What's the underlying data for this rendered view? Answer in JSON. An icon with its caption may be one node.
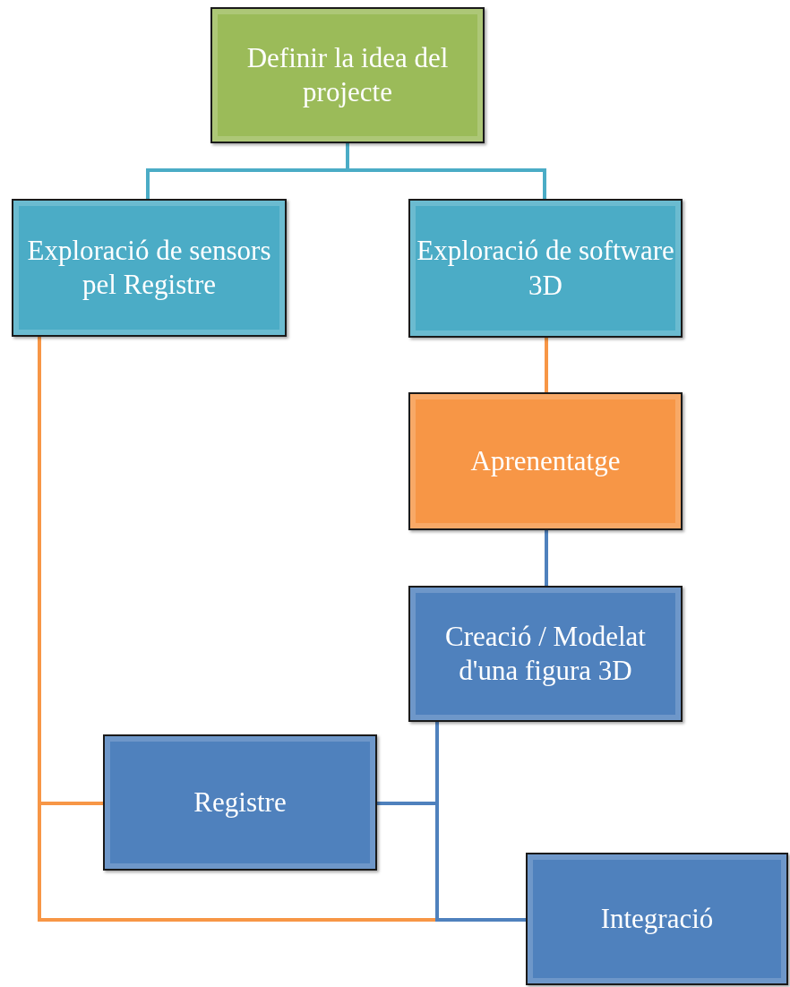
{
  "diagram": {
    "nodes": [
      {
        "text": [
          "Definir la idea del projecte"
        ]
      },
      {
        "text": [
          "Exploració de sensors pel Registre"
        ]
      },
      {
        "text": [
          "Exploració de software 3D"
        ]
      },
      {
        "text": [
          "Aprenentatge"
        ]
      },
      {
        "text": [
          "Creació / Modelat d'una figura 3D"
        ]
      },
      {
        "text": [
          "Registre"
        ]
      },
      {
        "text": [
          "Integració"
        ]
      }
    ],
    "edges": [
      {
        "from": 0,
        "to": 1,
        "arrow": "none",
        "color": "#4bacc6"
      },
      {
        "from": 0,
        "to": 2,
        "arrow": "none",
        "color": "#4bacc6"
      },
      {
        "from": 2,
        "to": 3,
        "arrow": "none",
        "color": "#f79646"
      },
      {
        "from": 3,
        "to": 4,
        "arrow": "none",
        "color": "#4f81bd"
      },
      {
        "from": 1,
        "to": 5,
        "arrow": "none",
        "color": "#f79646"
      },
      {
        "from": 1,
        "to": 6,
        "arrow": "none",
        "color": "#f79646"
      },
      {
        "from": 4,
        "to": 5,
        "arrow": "none",
        "color": "#4f81bd"
      },
      {
        "from": 4,
        "to": 6,
        "arrow": "none",
        "color": "#4f81bd"
      }
    ]
  }
}
